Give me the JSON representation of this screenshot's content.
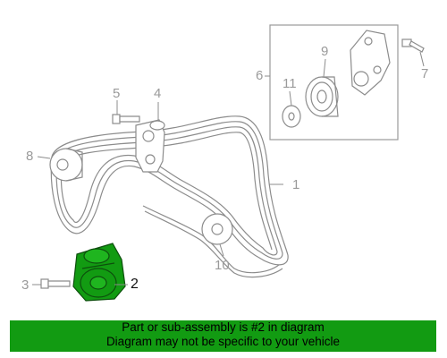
{
  "diagram": {
    "callouts": {
      "c1": "1",
      "c2": "2",
      "c3": "3",
      "c4": "4",
      "c5": "5",
      "c6": "6",
      "c7": "7",
      "c8": "8",
      "c9": "9",
      "c10": "10",
      "c11": "11"
    },
    "highlighted_part": "2",
    "highlight_color": "#129b12",
    "line_color": "#8c8c8c"
  },
  "banner": {
    "line1": "Part or sub-assembly is #2 in diagram",
    "line2": "Diagram may not be specific to your vehicle",
    "background": "#129b12"
  }
}
